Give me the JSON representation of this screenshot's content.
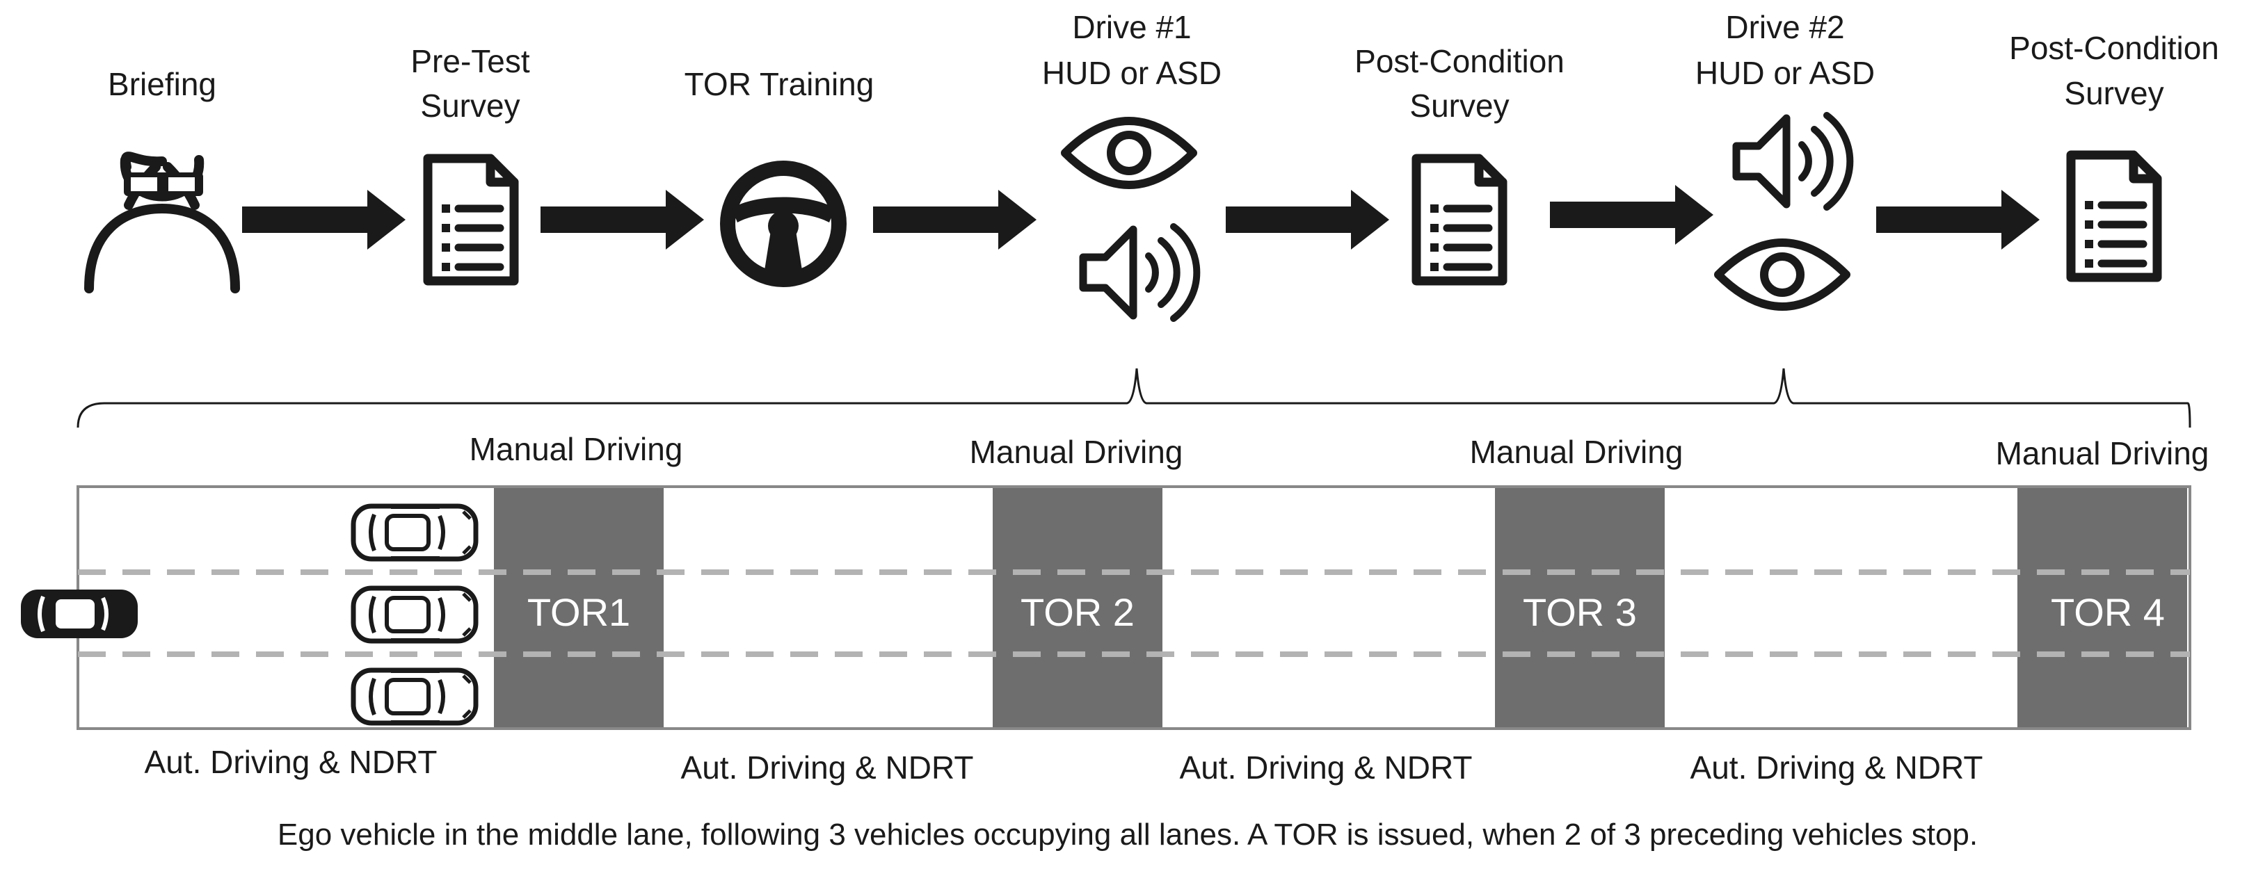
{
  "flow": {
    "steps": [
      {
        "label": "Briefing",
        "icon": "participant-with-glasses-icon"
      },
      {
        "label_line1": "Pre-Test",
        "label_line2": "Survey",
        "icon": "document-icon"
      },
      {
        "label": "TOR Training",
        "icon": "steering-wheel-icon"
      },
      {
        "label_line1": "Drive #1",
        "label_line2": "HUD or ASD",
        "icons": [
          "eye-icon",
          "speaker-icon"
        ]
      },
      {
        "label_line1": "Post-Condition",
        "label_line2": "Survey",
        "icon": "document-icon"
      },
      {
        "label_line1": "Drive #2",
        "label_line2": "HUD or ASD",
        "icons": [
          "speaker-icon",
          "eye-icon"
        ]
      },
      {
        "label_line1": "Post-Condition",
        "label_line2": "Survey",
        "icon": "document-icon"
      }
    ]
  },
  "road": {
    "manual_driving_label": "Manual Driving",
    "tors": [
      "TOR1",
      "TOR 2",
      "TOR 3",
      "TOR 4"
    ],
    "automated_label": "Aut. Driving & NDRT",
    "colors": {
      "tor_zone": "#6e6e6e",
      "lane_line": "#b3b3b3",
      "ego_vehicle": "#1a1a1a"
    }
  },
  "caption": "Ego vehicle in the middle lane, following 3 vehicles occupying all lanes. A TOR is issued, when 2 of 3 preceding vehicles stop."
}
